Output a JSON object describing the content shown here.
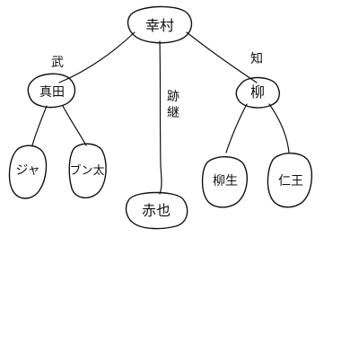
{
  "nodes": {
    "root": {
      "label": "幸村"
    },
    "sanada": {
      "label": "真田"
    },
    "jackal": {
      "label": "ジャ"
    },
    "bunta": {
      "label": "ブン太"
    },
    "akaya": {
      "label": "赤也"
    },
    "yagyu_parent": {
      "label": "柳"
    },
    "yagyu": {
      "label": "柳生"
    },
    "niou": {
      "label": "仁王"
    }
  },
  "branch_labels": {
    "bu": "武",
    "chi": "知",
    "atotsugi_1": "跡",
    "atotsugi_2": "継"
  },
  "colors": {
    "ink": "#111111",
    "paper": "#ffffff"
  }
}
